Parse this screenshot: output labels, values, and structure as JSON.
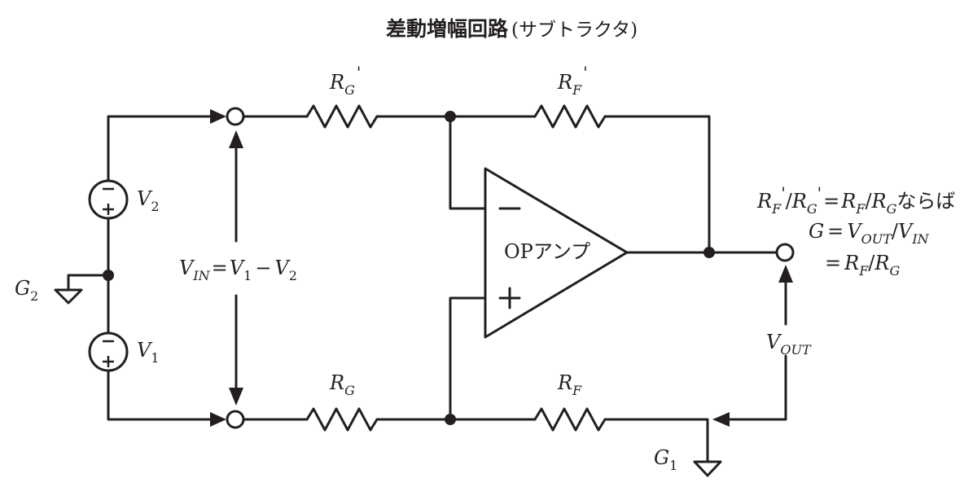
{
  "title": {
    "main": "差動増幅回路",
    "sub": "(サブトラクタ)"
  },
  "components": {
    "rg_prime": {
      "base": "R",
      "sub": "G",
      "mark": "'"
    },
    "rf_prime": {
      "base": "R",
      "sub": "F",
      "mark": "'"
    },
    "rg": {
      "base": "R",
      "sub": "G"
    },
    "rf": {
      "base": "R",
      "sub": "F"
    },
    "opamp": {
      "label": "OPアンプ",
      "minus": "−",
      "plus": "+"
    },
    "v2": {
      "base": "V",
      "sub": "2",
      "sym_minus": "−",
      "sym_plus": "+"
    },
    "v1": {
      "base": "V",
      "sub": "1",
      "sym_minus": "−",
      "sym_plus": "+"
    },
    "g2": {
      "base": "G",
      "sub": "2"
    },
    "g1": {
      "base": "G",
      "sub": "1"
    }
  },
  "vin_label": {
    "v": "V",
    "in": "IN",
    "eq": "=",
    "v1": "V",
    "s1": "1",
    "minus": "−",
    "v2": "V",
    "s2": "2"
  },
  "vout_label": {
    "base": "V",
    "sub": "OUT"
  },
  "formula": {
    "line1": {
      "r": "R",
      "f": "F",
      "p1": "'",
      "slash": "/",
      "r2": "R",
      "g": "G",
      "p2": "'",
      "eq": "=",
      "r3": "R",
      "f2": "F",
      "slash2": "/",
      "r4": "R",
      "g2": "G",
      "tail": "ならば"
    },
    "line2": {
      "g": "G",
      "eq": "=",
      "v": "V",
      "out": "OUT",
      "slash": "/",
      "v2": "V",
      "in": "IN"
    },
    "line3": {
      "eq": "=",
      "r": "R",
      "f": "F",
      "slash": "/",
      "r2": "R",
      "g": "G"
    }
  }
}
